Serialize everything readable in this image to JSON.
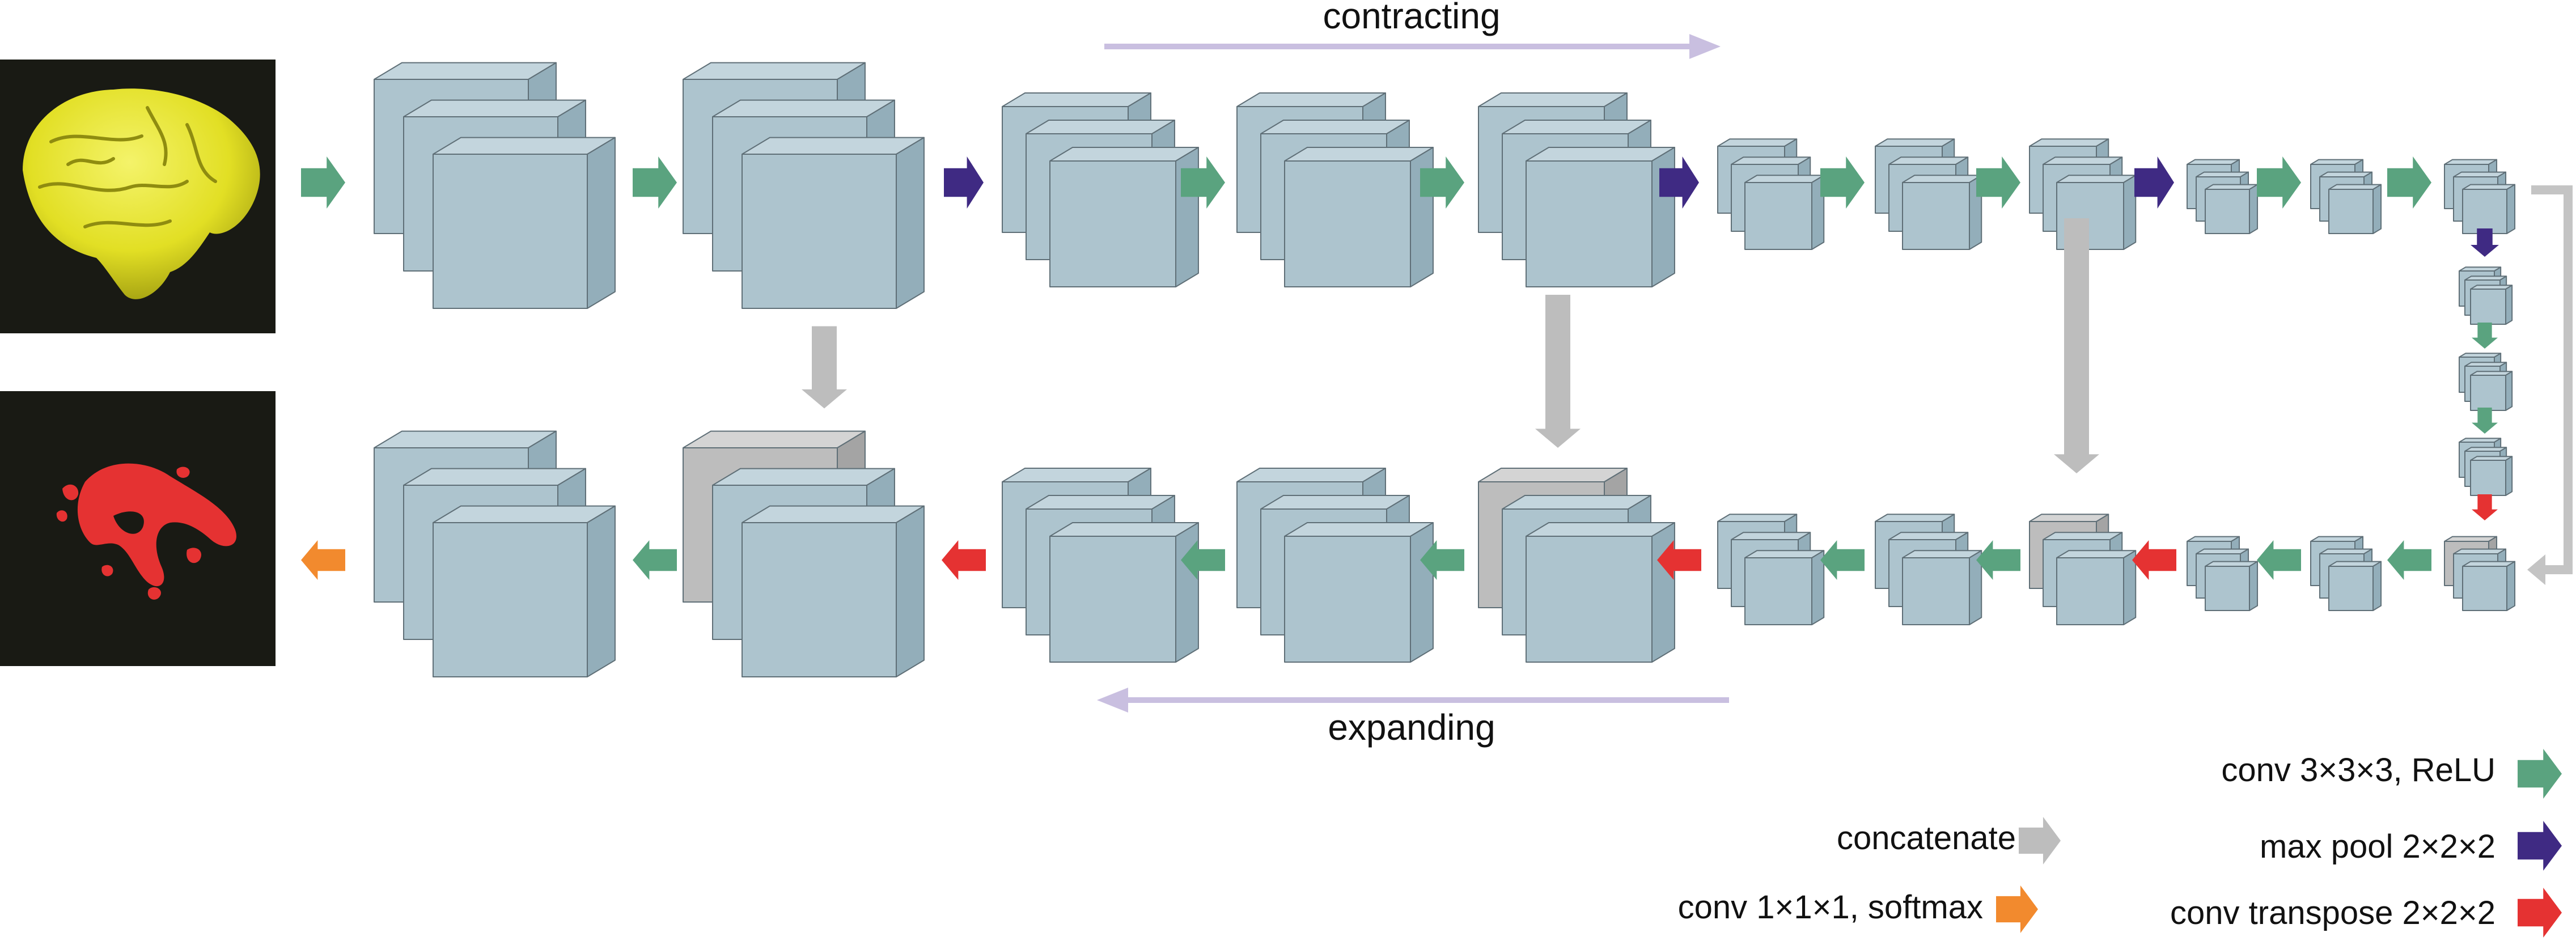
{
  "labels": {
    "contracting": "contracting",
    "expanding": "expanding"
  },
  "legend": {
    "conv": "conv 3×3×3, ReLU",
    "maxpool": "max pool 2×2×2",
    "transpose": "conv transpose 2×2×2",
    "concatenate": "concatenate",
    "softmax": "conv 1×1×1, softmax"
  },
  "images": {
    "input": "brain-render-icon",
    "output": "segmentation-render-icon"
  },
  "icons": {
    "conv_arrow": "conv-arrow-icon",
    "maxpool_arrow": "maxpool-arrow-icon",
    "transpose_arrow": "transpose-arrow-icon",
    "concat_arrow": "concat-arrow-icon",
    "softmax_arrow": "softmax-arrow-icon"
  },
  "colors": {
    "conv": "#5aa37f",
    "maxpool": "#3f2a83",
    "transpose": "#e53232",
    "concatenate": "#bdbdbd",
    "softmax": "#f28a2e",
    "direction_arrow": "#c9bfe0",
    "cube_face": "#adc4ce",
    "cube_top": "#c3d5dd",
    "cube_side": "#93aeba",
    "cube_concat_face": "#bdbdbd",
    "cube_concat_top": "#d4d4d4",
    "cube_concat_side": "#a4a4a4",
    "input_brain": "#e6e42b",
    "output_segment": "#e53232",
    "image_background": "#191a14"
  }
}
